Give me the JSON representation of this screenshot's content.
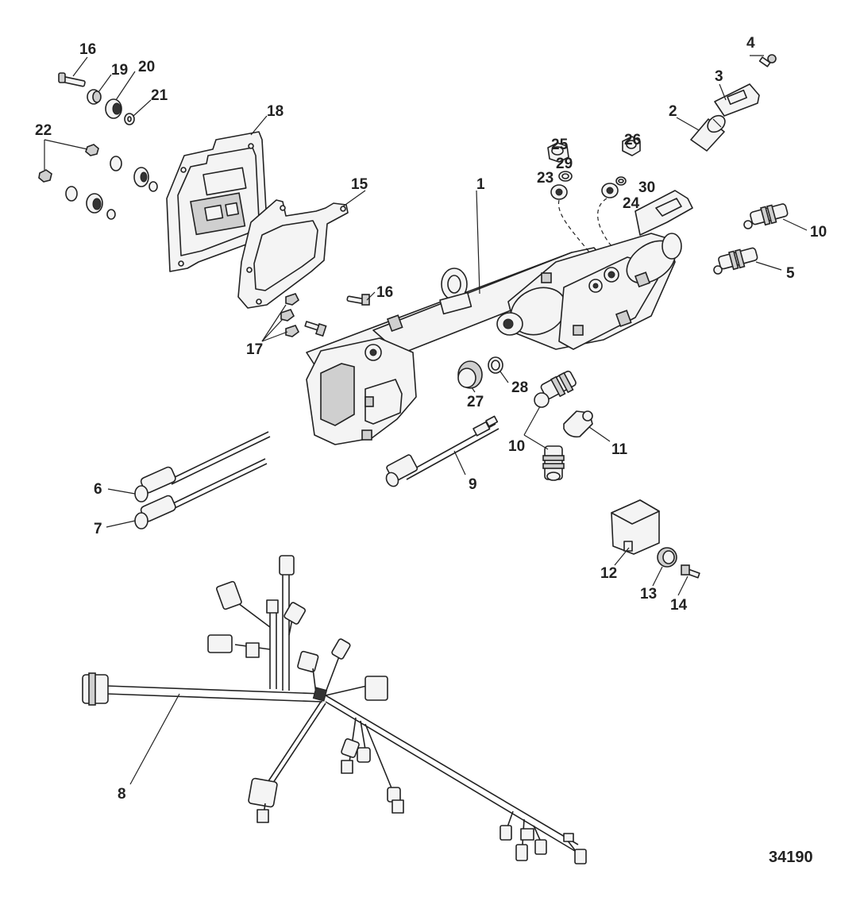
{
  "callouts": {
    "c1": "1",
    "c2": "2",
    "c3": "3",
    "c4": "4",
    "c5": "5",
    "c6": "6",
    "c7": "7",
    "c8": "8",
    "c9": "9",
    "c10a": "10",
    "c10b": "10",
    "c11": "11",
    "c12": "12",
    "c13": "13",
    "c14": "14",
    "c15": "15",
    "c16a": "16",
    "c16b": "16",
    "c17": "17",
    "c18": "18",
    "c19": "19",
    "c20": "20",
    "c21": "21",
    "c22": "22",
    "c23": "23",
    "c24": "24",
    "c25": "25",
    "c26": "26",
    "c27": "27",
    "c28": "28",
    "c29": "29",
    "c30": "30"
  },
  "figure_number": "34190"
}
